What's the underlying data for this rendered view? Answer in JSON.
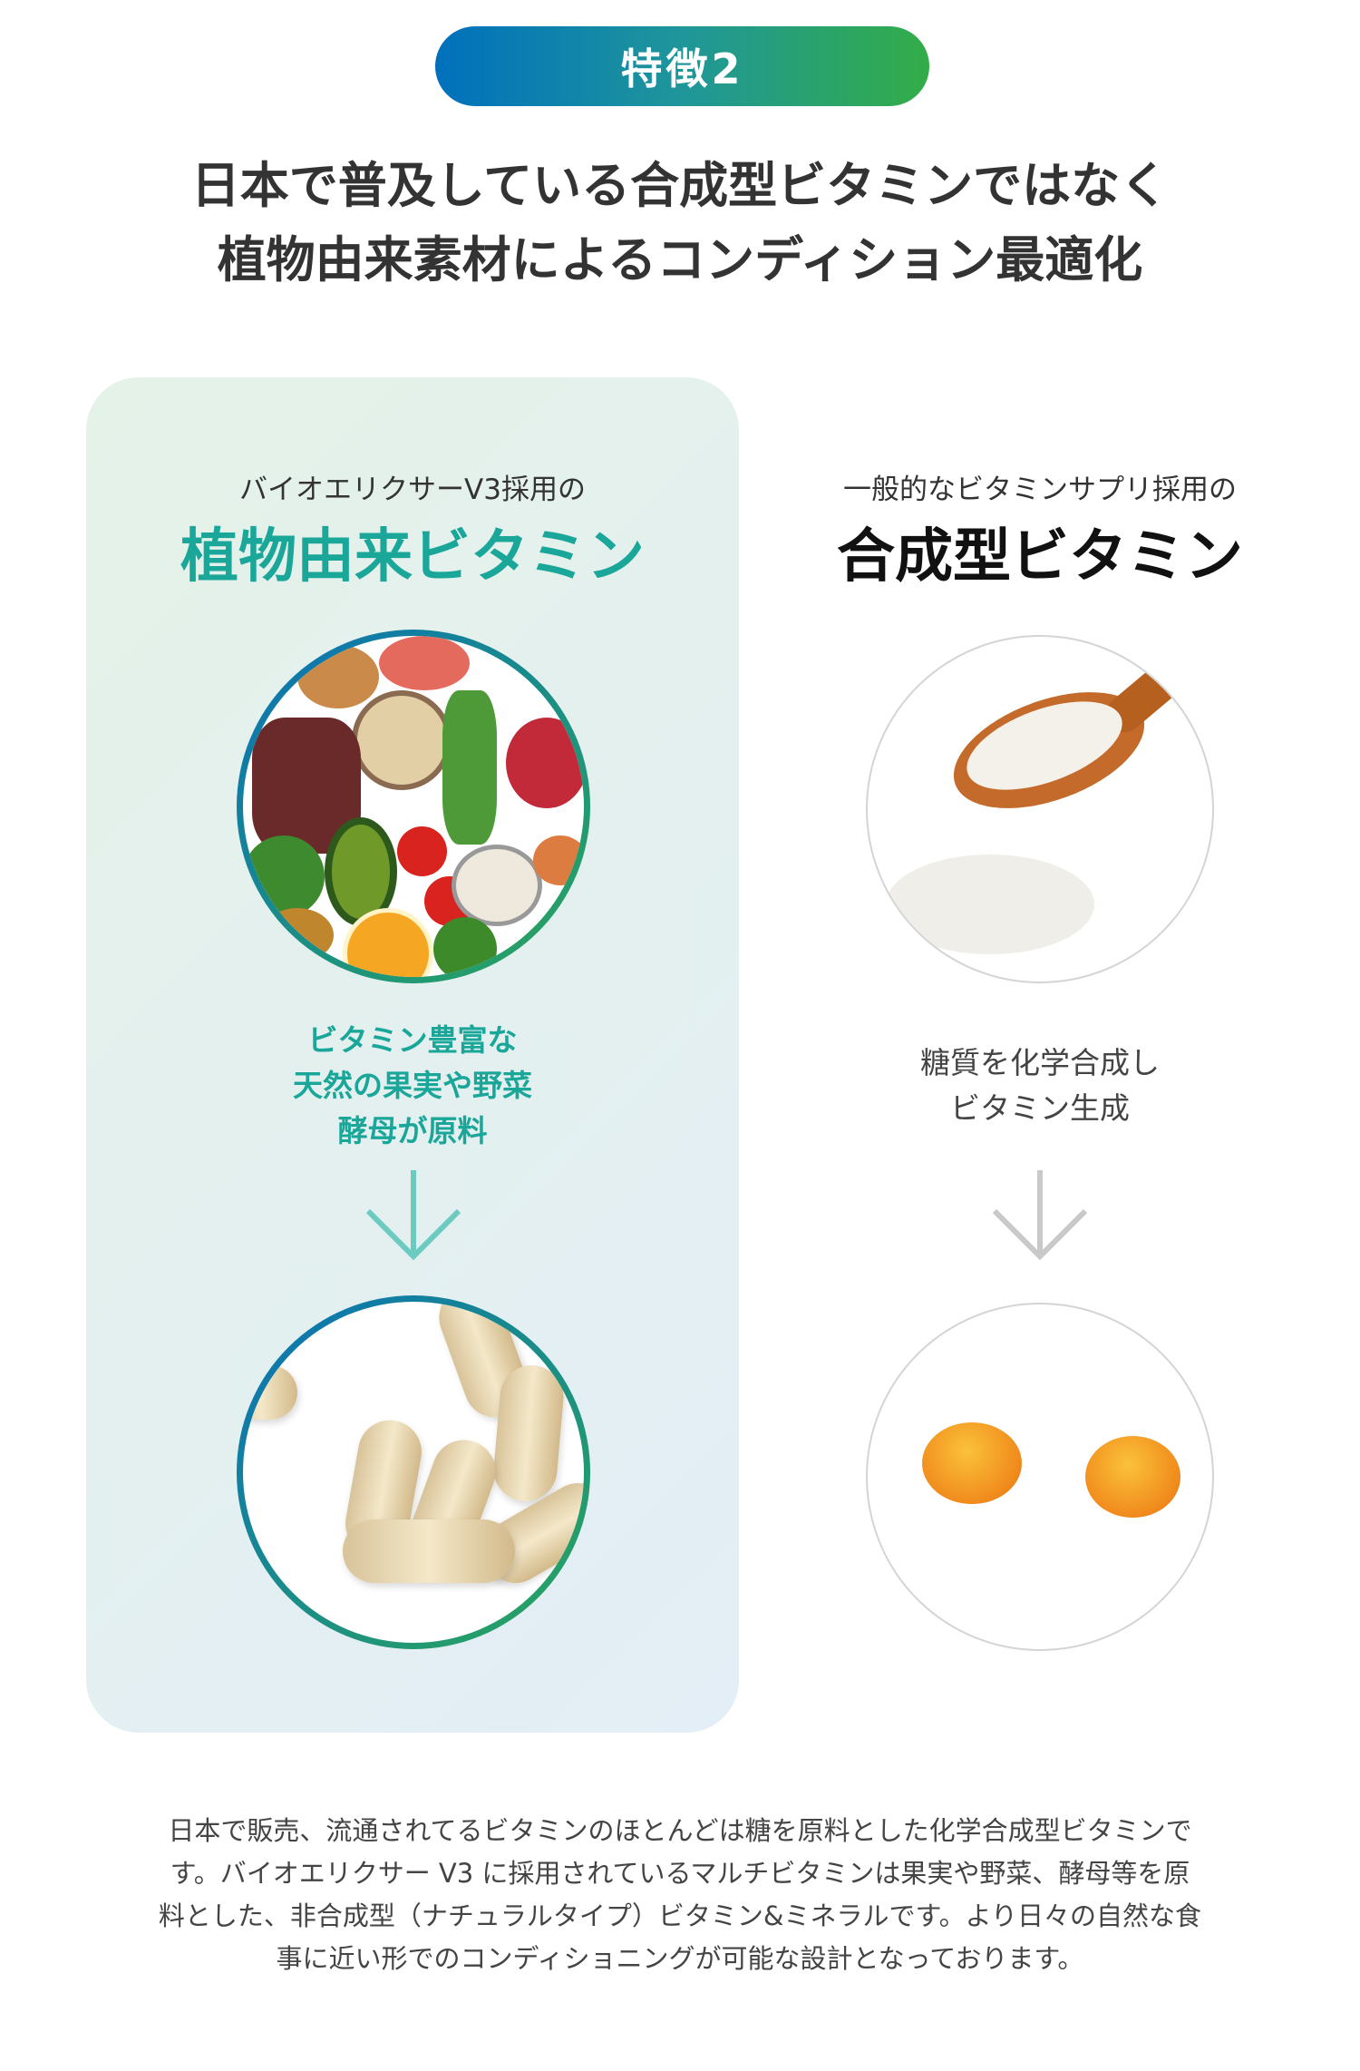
{
  "badge": "特徴2",
  "title": [
    "日本で普及している合成型ビタミンではなく",
    "植物由来素材によるコンディション最適化"
  ],
  "left": {
    "subtitle": "バイオエリクサーV3採用の",
    "heading": "植物由来ビタミン",
    "desc": [
      "ビタミン豊富な",
      "天然の果実や野菜",
      "酵母が原料"
    ],
    "accent": "#1aa79a"
  },
  "right": {
    "subtitle": "一般的なビタミンサプリ採用の",
    "heading": "合成型ビタミン",
    "desc": [
      "糖質を化学合成し",
      "ビタミン生成"
    ]
  },
  "body": [
    "日本で販売、流通されてるビタミンのほとんどは糖を原料とした化学合成型ビタミンで",
    "す。バイオエリクサー V3 に採用されているマルチビタミンは果実や野菜、酵母等を原",
    "料とした、非合成型（ナチュラルタイプ）ビタミン&ミネラルです。より日々の自然な食",
    "事に近い形でのコンディショニングが可能な設計となっております。"
  ]
}
